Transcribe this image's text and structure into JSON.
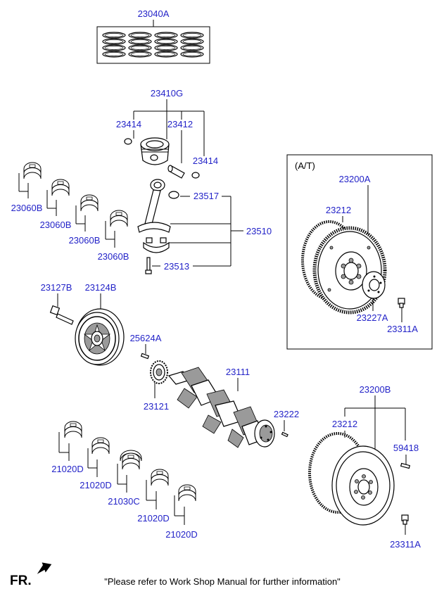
{
  "parts": {
    "p23040A": "23040A",
    "p23410G": "23410G",
    "p23414_left": "23414",
    "p23412": "23412",
    "p23414_right": "23414",
    "p23517": "23517",
    "p23510": "23510",
    "p23513": "23513",
    "p23060B_1": "23060B",
    "p23060B_2": "23060B",
    "p23060B_3": "23060B",
    "p23060B_4": "23060B",
    "p23127B": "23127B",
    "p23124B": "23124B",
    "p25624A": "25624A",
    "p23121": "23121",
    "p23111": "23111",
    "p23222": "23222",
    "p21020D_1": "21020D",
    "p21020D_2": "21020D",
    "p21030C": "21030C",
    "p21020D_3": "21020D",
    "p21020D_4": "21020D",
    "at_box_title": "(A/T)",
    "p23200A": "23200A",
    "p23212_at": "23212",
    "p23227A": "23227A",
    "p23311A_at": "23311A",
    "p23200B": "23200B",
    "p23212_mt": "23212",
    "p59418": "59418",
    "p23311A_mt": "23311A"
  },
  "footer": {
    "fr_label": "FR.",
    "note": "\"Please refer to Work Shop Manual for further information\""
  },
  "colors": {
    "label": "#2323c8",
    "line": "#000000"
  }
}
